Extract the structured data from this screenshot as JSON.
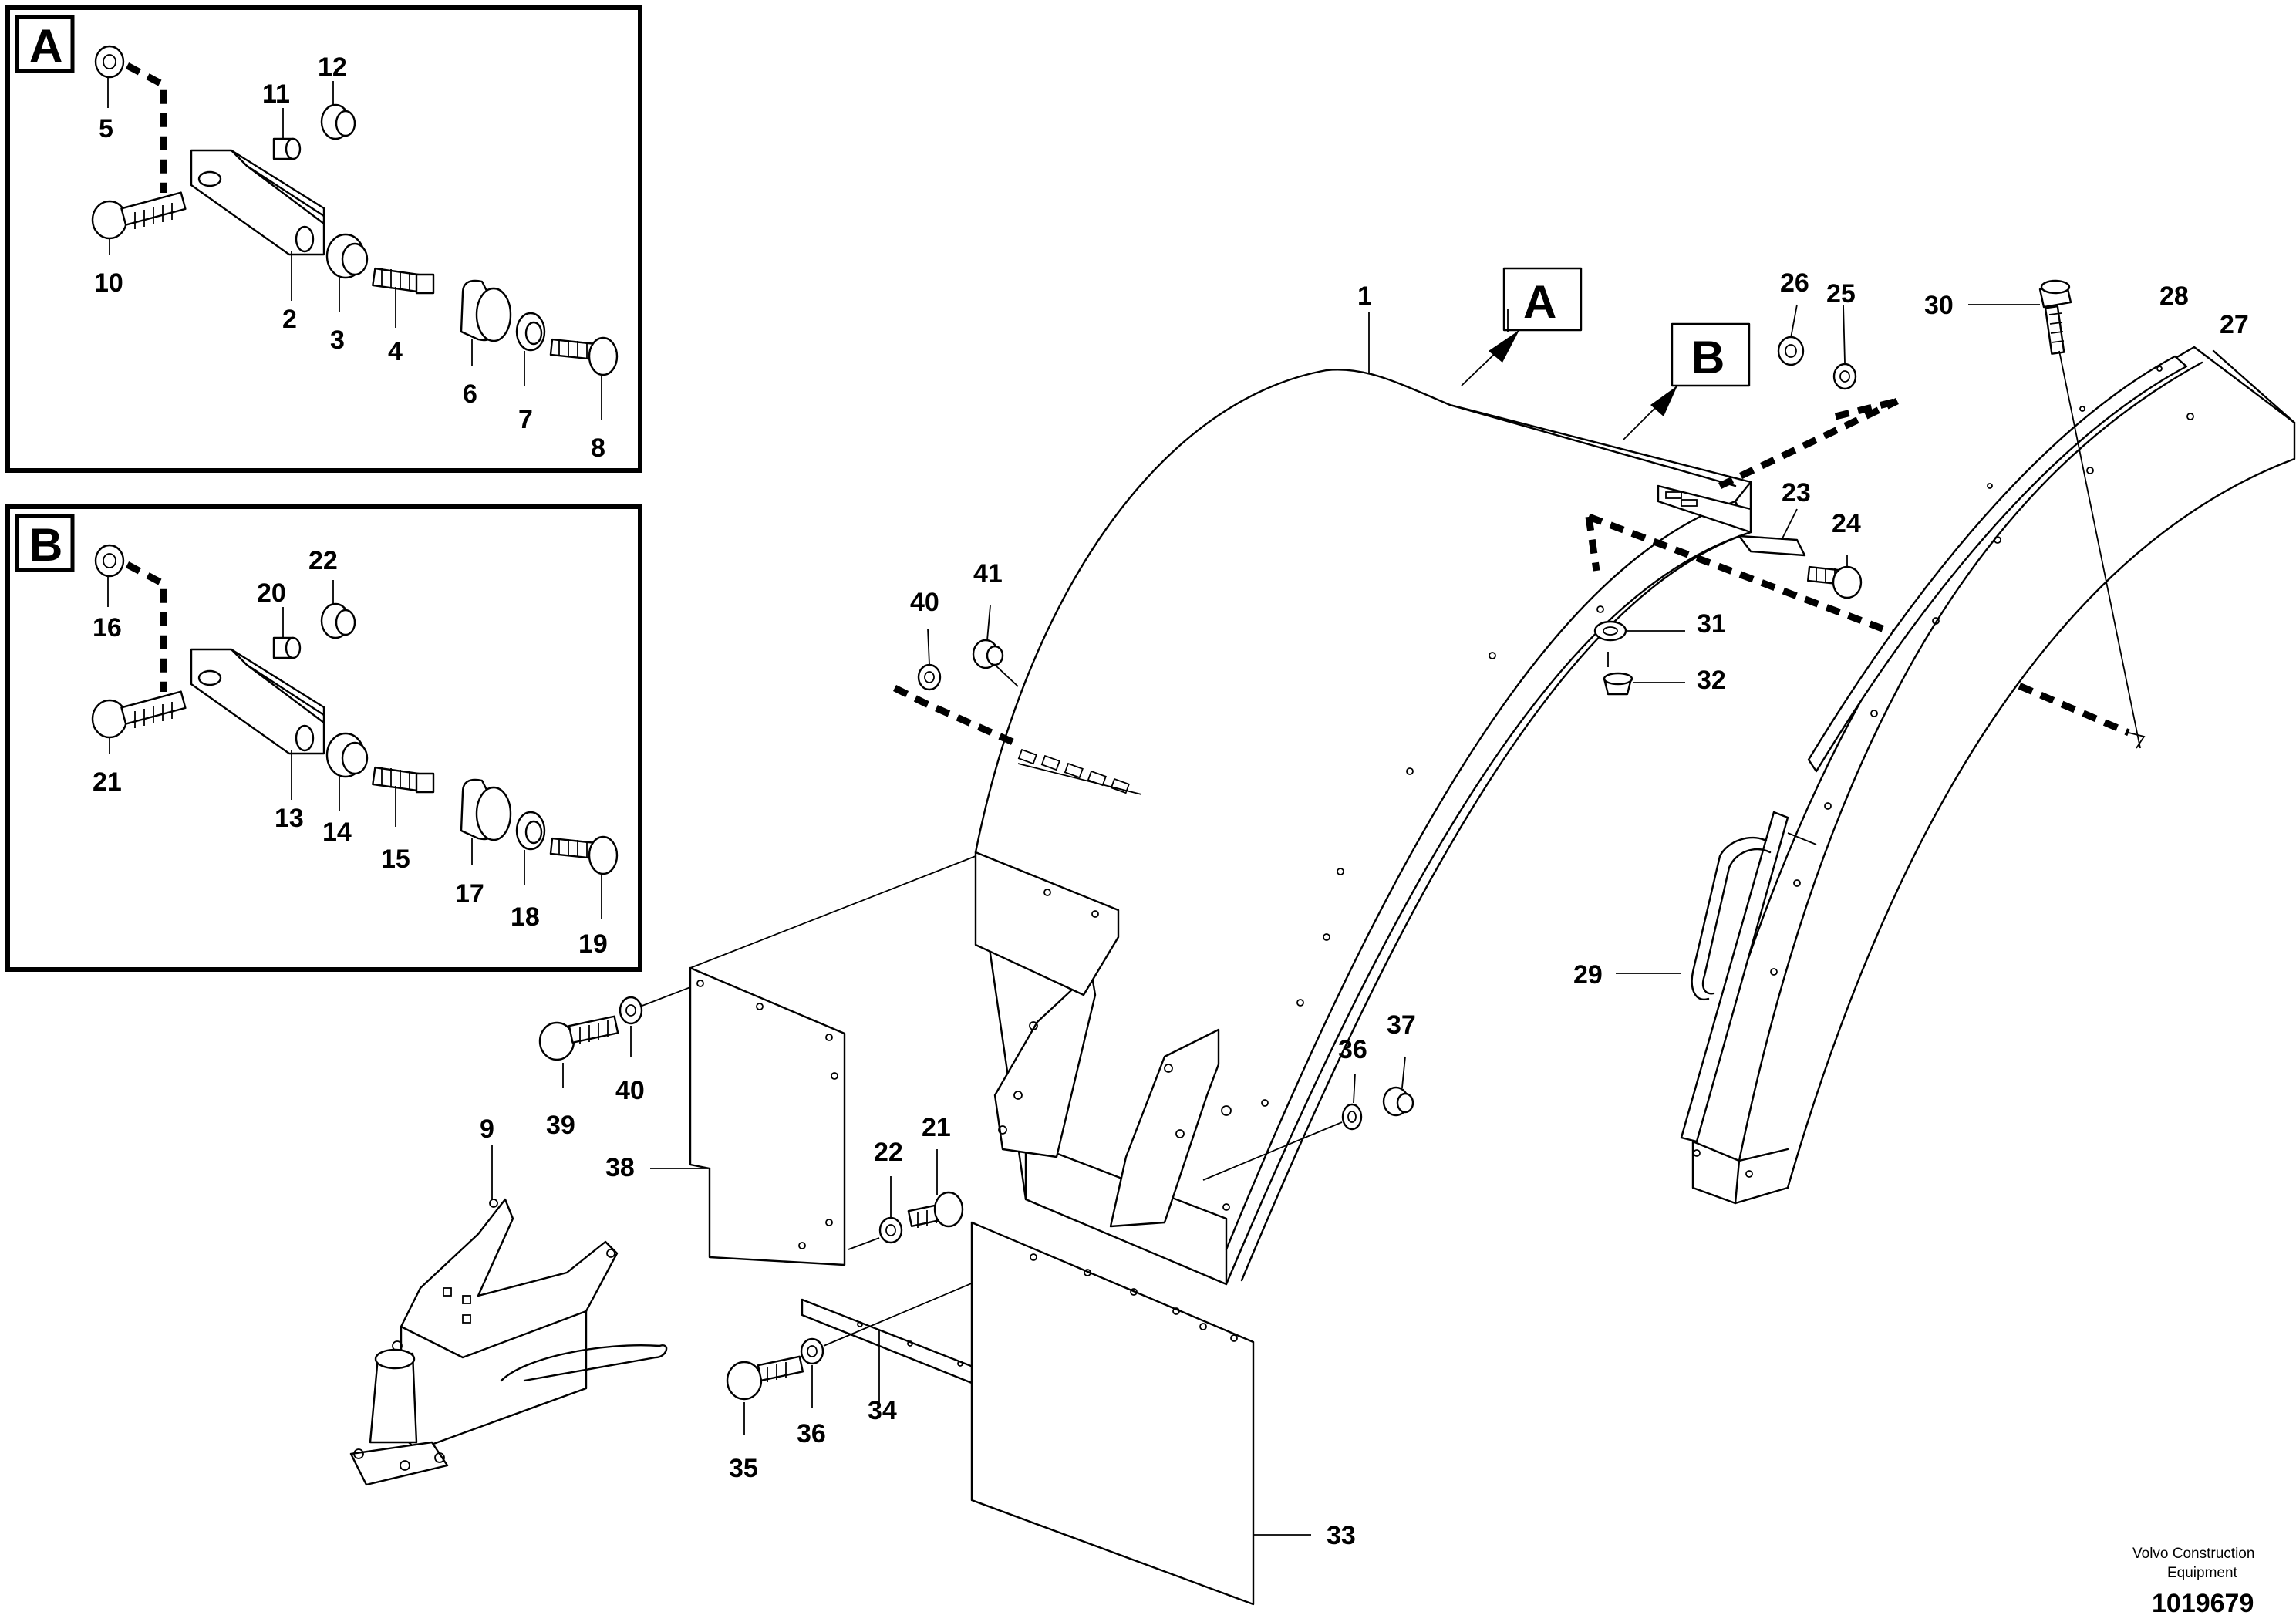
{
  "inset_a": {
    "letter": "A",
    "labels": [
      "5",
      "11",
      "12",
      "10",
      "2",
      "3",
      "4",
      "6",
      "7",
      "8"
    ]
  },
  "inset_b": {
    "letter": "B",
    "labels": [
      "16",
      "20",
      "22",
      "21",
      "13",
      "14",
      "15",
      "17",
      "18",
      "19"
    ]
  },
  "main": {
    "callout_a": "A",
    "callout_b": "B",
    "labels": [
      "1",
      "26",
      "25",
      "30",
      "28",
      "27",
      "23",
      "24",
      "31",
      "32",
      "40",
      "41",
      "29",
      "36",
      "37",
      "39",
      "40",
      "9",
      "38",
      "22",
      "21",
      "34",
      "36",
      "35",
      "33"
    ]
  },
  "footer": {
    "company_line1": "Volvo Construction",
    "company_line2": "Equipment",
    "drawing_number": "1019679"
  }
}
